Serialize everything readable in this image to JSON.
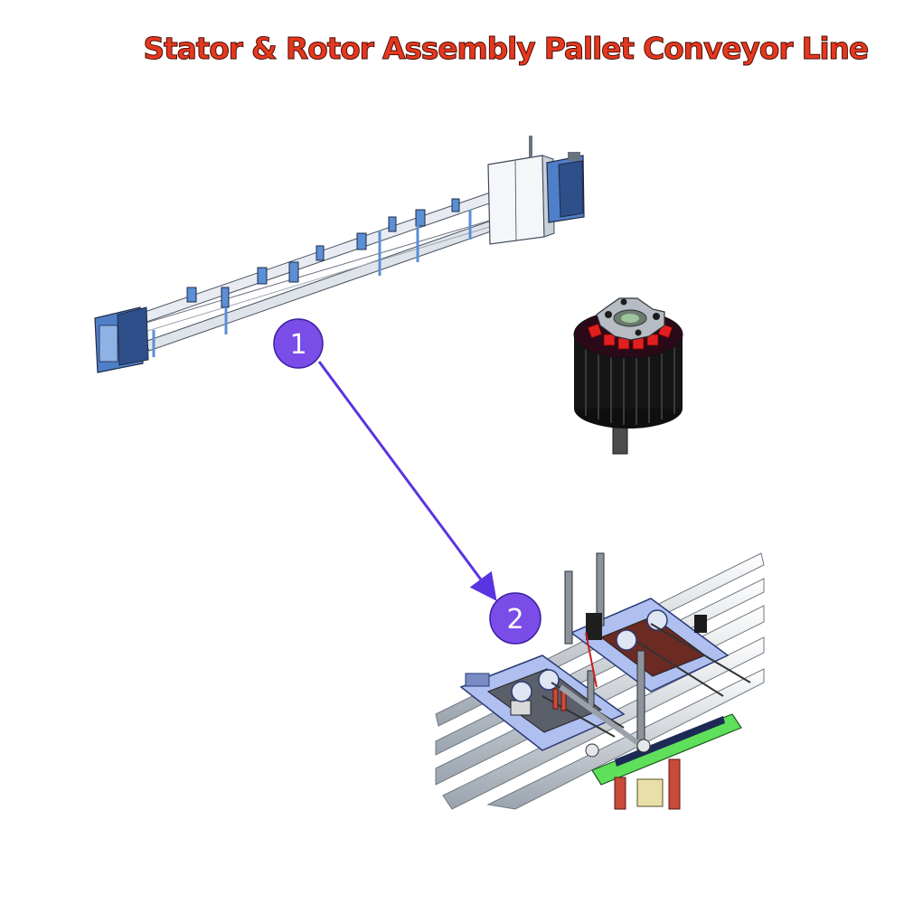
{
  "title": "Stator & Rotor Assembly Pallet Conveyor Line",
  "callouts": [
    {
      "label": "1"
    },
    {
      "label": "2"
    }
  ],
  "colors": {
    "title": "#e5381f",
    "callout": "#7b4de8",
    "arrow": "#5a34e0",
    "frame_blue": "#5b8fd6",
    "rotor_red": "#e02020"
  }
}
